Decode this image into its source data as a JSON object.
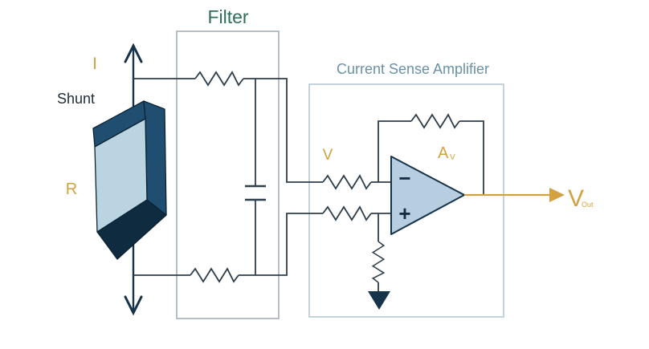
{
  "diagram": {
    "shunt": {
      "name_label": "Shunt",
      "resistance_label": "R",
      "current_label": "I"
    },
    "filter": {
      "title": "Filter"
    },
    "amplifier": {
      "title": "Current Sense Amplifier",
      "voltage_label": "V",
      "gain_label": "A",
      "gain_subscript": "V",
      "inverting_input_label": "−",
      "noninverting_input_label": "+"
    },
    "output": {
      "label": "V",
      "subscript": "Out"
    }
  },
  "colors": {
    "accent_gold": "#d2a240",
    "title_green": "#2f6e56",
    "title_steel_blue": "#6991a8",
    "wire": "#2e3e4b",
    "dark_navy": "#16334a",
    "symbol_navy": "#132c42",
    "shunt_side": "#1f4e70",
    "shunt_face": "#bbd4e2",
    "shunt_bottom": "#0f2b40",
    "opamp_fill": "#b6cedf",
    "filter_box_border": "#97a6ad",
    "amp_box_border": "#b6c8d0",
    "background": "#ffffff"
  }
}
